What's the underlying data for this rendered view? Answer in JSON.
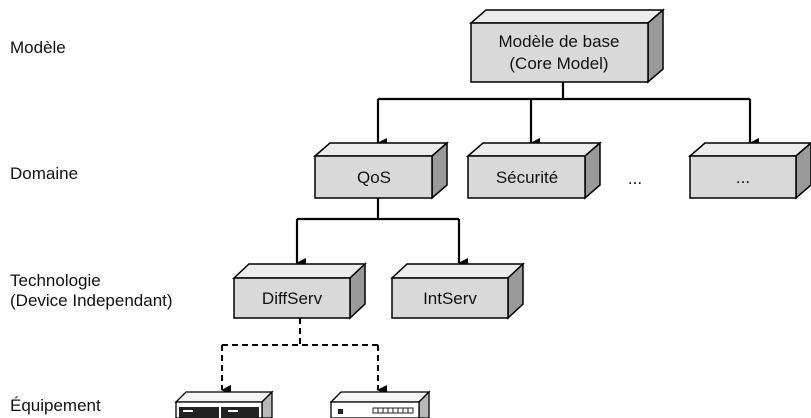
{
  "levels": {
    "model": "Modèle",
    "domain": "Domaine",
    "technology_line1": "Technologie",
    "technology_line2": "(Device Independant)",
    "equipment": "Équipement"
  },
  "nodes": {
    "core_line1": "Modèle de base",
    "core_line2": "(Core Model)",
    "qos": "QoS",
    "security": "Sécurité",
    "ellipsis_plain": "...",
    "ellipsis_box": "...",
    "diffserv": "DiffServ",
    "intserv": "IntServ"
  },
  "colors": {
    "box_front": "#d9d9d9",
    "box_top": "#ececec",
    "box_side": "#9a9a9a",
    "stroke": "#000000"
  },
  "icons": [
    "network-device-icon",
    "network-device-icon"
  ]
}
